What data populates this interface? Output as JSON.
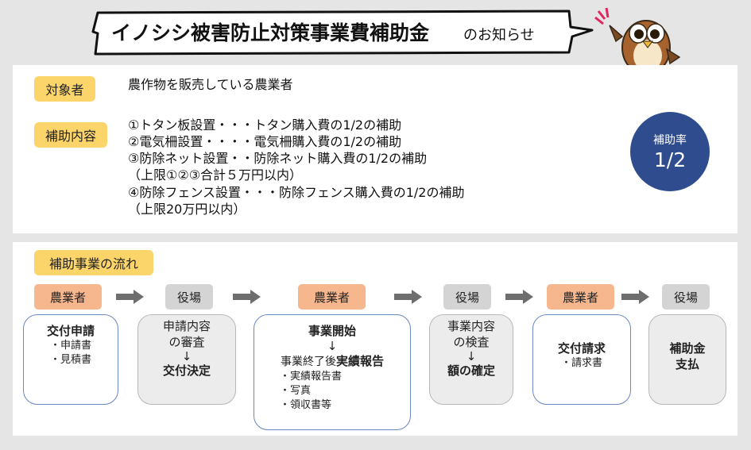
{
  "header": {
    "title_main": "イノシシ被害防止対策事業費補助金",
    "title_sub": "のお知らせ"
  },
  "info": {
    "target_tag": "対象者",
    "target_text": "農作物を販売している農業者",
    "content_tag": "補助内容",
    "content_lines": [
      "①トタン板設置・・・トタン購入費の1/2の補助",
      "②電気柵設置・・・・電気柵購入費の1/2の補助",
      "③防除ネット設置・・防除ネット購入費の1/2の補助",
      "（上限①②③合計５万円以内）",
      "④防除フェンス設置・・・防除フェンス購入費の1/2の補助",
      "（上限20万円以内）"
    ],
    "rate_label": "補助率",
    "rate_value": "1/2"
  },
  "flow": {
    "tag": "補助事業の流れ",
    "steps": [
      {
        "role": "農業者",
        "lines": [
          "交付申請"
        ],
        "bullets": [
          "・申請書",
          "・見積書"
        ]
      },
      {
        "role": "役場",
        "pre": [
          "申請内容",
          "の審査",
          "↓"
        ],
        "lines": [
          "交付決定"
        ]
      },
      {
        "role": "農業者",
        "lines": [
          "事業開始"
        ],
        "arrow": "↓",
        "pre2": "事業終了後",
        "bold2": "実績報告",
        "bullets": [
          "・実績報告書",
          "・写真",
          "・領収書等"
        ]
      },
      {
        "role": "役場",
        "pre": [
          "事業内容",
          "の検査",
          "↓"
        ],
        "lines": [
          "額の確定"
        ]
      },
      {
        "role": "農業者",
        "lines": [
          "交付請求"
        ],
        "bullets": [
          "・請求書"
        ]
      },
      {
        "role": "役場",
        "lines": [
          "補助金",
          "支払"
        ]
      }
    ]
  },
  "colors": {
    "tag_yellow": "#fbd46a",
    "farmer_orange": "#f7b78e",
    "office_gray": "#d4d4d4",
    "rate_blue": "#2f4d8e",
    "box_border_blue": "#6b87c4"
  }
}
